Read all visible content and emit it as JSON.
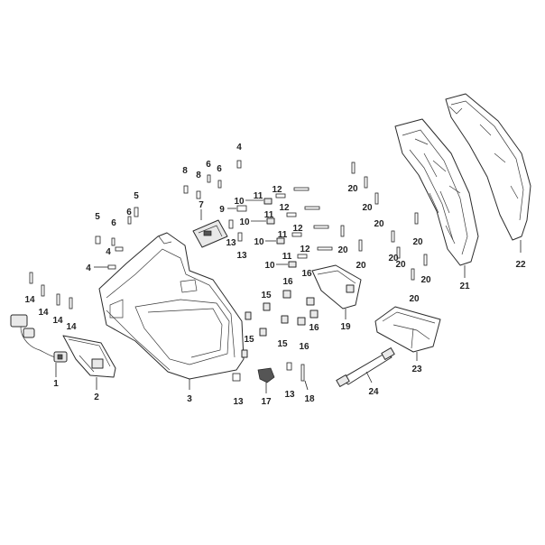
{
  "callouts": {
    "c1": "1",
    "c2": "2",
    "c3": "3",
    "c4a": "4",
    "c4b": "4",
    "c4c": "4",
    "c5a": "5",
    "c5b": "5",
    "c6a": "6",
    "c6b": "6",
    "c6c": "6",
    "c6d": "6",
    "c7": "7",
    "c8a": "8",
    "c8b": "8",
    "c9": "9",
    "c10a": "10",
    "c10b": "10",
    "c10c": "10",
    "c10d": "10",
    "c11a": "11",
    "c11b": "11",
    "c11c": "11",
    "c11d": "11",
    "c12a": "12",
    "c12b": "12",
    "c12c": "12",
    "c12d": "12",
    "c13a": "13",
    "c13b": "13",
    "c13c": "13",
    "c13d": "13",
    "c14a": "14",
    "c14b": "14",
    "c14c": "14",
    "c14d": "14",
    "c15a": "15",
    "c15b": "15",
    "c15c": "15",
    "c16a": "16",
    "c16b": "16",
    "c16c": "16",
    "c16d": "16",
    "c17": "17",
    "c18": "18",
    "c19": "19",
    "c20a": "20",
    "c20b": "20",
    "c20c": "20",
    "c20d": "20",
    "c20e": "20",
    "c20f": "20",
    "c20g": "20",
    "c20h": "20",
    "c20i": "20",
    "c21": "21",
    "c22": "22",
    "c23": "23",
    "c24": "24"
  }
}
